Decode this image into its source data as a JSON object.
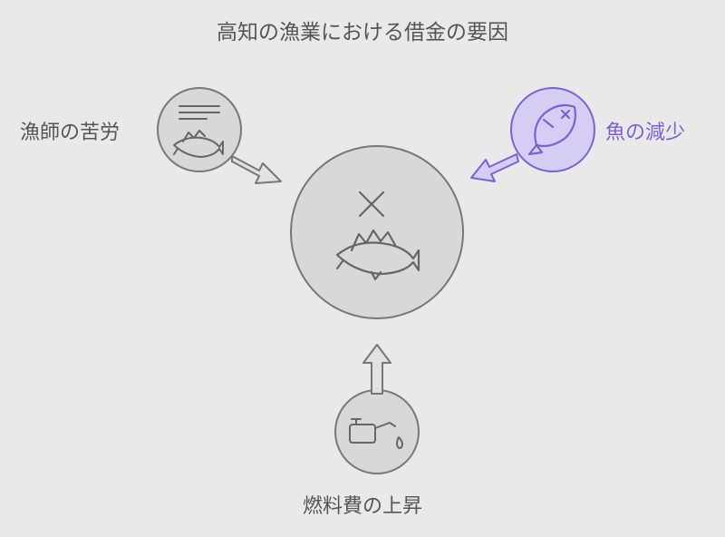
{
  "title": "高知の漁業における借金の要因",
  "nodes": {
    "center": {
      "icon": "dead-fish-icon"
    },
    "left": {
      "label": "漁師の苦労",
      "icon": "fish-with-lines-icon"
    },
    "right": {
      "label": "魚の減少",
      "icon": "fish-x-icon",
      "color": "#7b61d6"
    },
    "bottom": {
      "label": "燃料費の上昇",
      "icon": "oil-can-icon"
    }
  },
  "colors": {
    "background": "#eae9ea",
    "circle_fill": "#d9d8d9",
    "stroke": "#777777",
    "accent_fill": "#d6cdf3",
    "accent_stroke": "#7b61d6"
  }
}
